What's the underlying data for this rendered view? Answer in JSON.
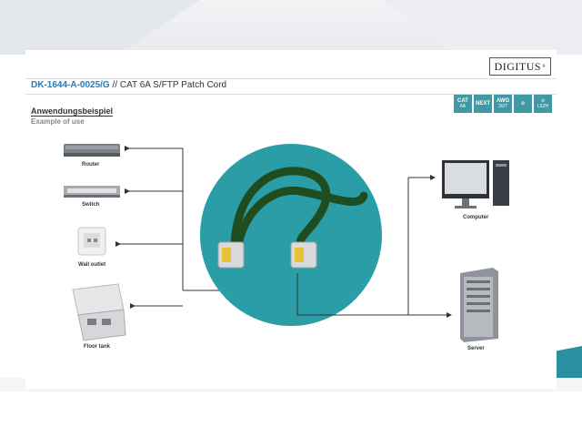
{
  "header": {
    "product_code": "DK-1644-A-0025/G",
    "separator": "//",
    "product_name": "CAT 6A S/FTP Patch Cord",
    "brand": "DIGITUS",
    "brand_mark": "®"
  },
  "badges": [
    {
      "line1": "CAT",
      "line2": "6A"
    },
    {
      "line1": "NEXT",
      "line2": ""
    },
    {
      "line1": "AWG",
      "line2": "26/7"
    },
    {
      "line1": "",
      "line2": ""
    },
    {
      "line1": "",
      "line2": "LSZH"
    }
  ],
  "section": {
    "title": "Anwendungsbeispiel",
    "subtitle": "Example of use"
  },
  "devices": {
    "router": "Router",
    "switch": "Switch",
    "wall_outlet": "Wall outlet",
    "floor_tank": "Floor tank",
    "computer": "Computer",
    "server": "Server"
  },
  "colors": {
    "accent": "#1f7dbd",
    "teal": "#2a9da6",
    "cable": "#1f4d1f"
  }
}
